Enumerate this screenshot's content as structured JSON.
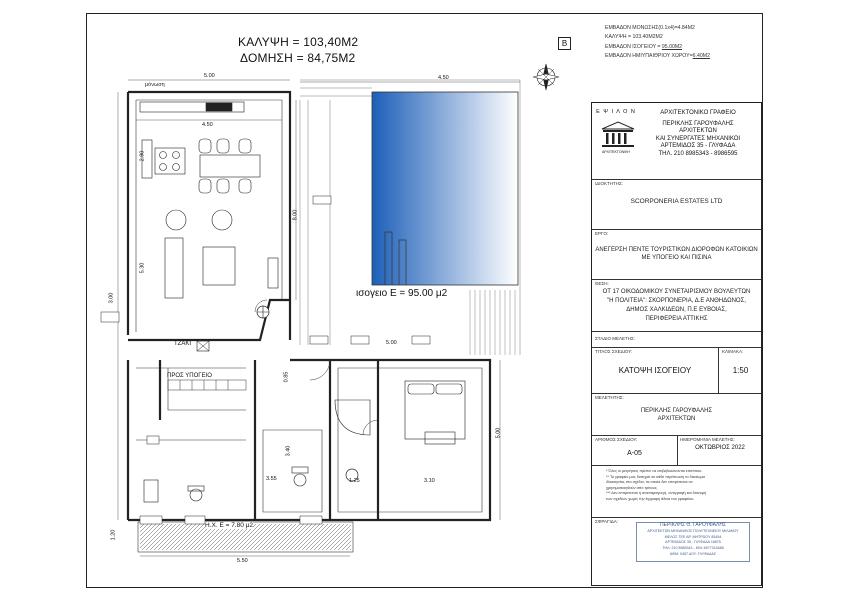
{
  "header": {
    "coverage": "ΚΑΛΥΨΗ = 103,40Μ2",
    "building": "ΔΟΜΗΣΗ = 84,75Μ2"
  },
  "north_mark": "B",
  "stats": {
    "line1": "ΕΜΒΑΔΟΝ ΜΟΝΩΣΗΣ(0.1x4)=4.84Μ2",
    "line2": "ΚΑΛΥΨΗ = 103.40Μ2Μ2",
    "line3_prefix": "ΕΜΒΑΔΟΝ ΙΣΟΓΕΙΟΥ = ",
    "line3_value": "95.00Μ2",
    "line4_prefix": "ΕΜΒΑΔΟΝ ΗΜΙΥΠΑΙΘΡΙΟΥ ΧΩΡΟΥ=",
    "line4_value": "6.40Μ2"
  },
  "plan": {
    "floor_label": "ισογειο   Ε = 95.00 μ2",
    "fireplace": "ΤΖΑΚΙ",
    "stairs": "ΠΡΟΣ ΥΠΟΓΕΙΟ",
    "terrace": "Η.Χ.  Ε = 7.80 μ2",
    "insulation": "μόνωση",
    "dims": {
      "top_500": "5.00",
      "top_450_pool": "4.50",
      "kitchen_450": "4.50",
      "kitchen_290": "2.90",
      "living_530": "5.30",
      "left_300": "3.00",
      "pool_800": "8.00",
      "mid_500": "5.00",
      "bed_500": "5.00",
      "bath_340": "3.40",
      "bath_355": "3.55",
      "bath_125": "1.25",
      "bed_310": "3.10",
      "hall_085": "0.85",
      "bottom_550": "5.50",
      "left_120": "1.20"
    }
  },
  "office": {
    "logo_text": "Ε Ψ Ι Λ Ο Ν",
    "logo_sub": "ΑΡΧΙΤΕΚΤΟΝΙΚΗ",
    "name": "ΑΡΧΙΤΕΚΤΟΝΙΚΟ ΓΡΑΦΕΙΟ",
    "line1": "ΠΕΡΙΚΛΗΣ ΓΑΡΟΥΦΑΛΗΣ",
    "line2": "ΑΡΧΙΤΕΚΤΩΝ",
    "line3": "ΚΑΙ ΣΥΝΕΡΓΑΤΕΣ ΜΗΧΑΝΙΚΟΙ",
    "line4": "ΑΡΤΕΜΙΔΟΣ 35 - ΓΛΥΦΑΔΑ",
    "line5": "ΤΗΛ. 210 8985343 - 8986595"
  },
  "title_block": {
    "owner_label": "ΙΔΙΟΚΤΗΤΗΣ:",
    "owner": "SCORPONERIA ESTATES LTD",
    "project_label": "ΕΡΓΟ:",
    "project1": "ΑΝΕΓΕΡΣΗ ΠΕΝΤΕ ΤΟΥΡΙΣΤΙΚΩΝ ΔΙΟΡΟΦΩΝ ΚΑΤΟΙΚΙΩΝ",
    "project2": "ΜΕ ΥΠΟΓΕΙΟ ΚΑΙ ΠΙΣΙΝΑ",
    "location_label": "ΘΕΣΗ:",
    "location1": "ΟΤ 17 ΟΙΚΟΔΟΜΙΚΟΥ ΣΥΝΕΤΑΙΡΙΣΜΟΥ ΒΟΥΛΕΥΤΩΝ",
    "location2": "\"Η ΠΟΛΙΤΕΙΑ\": ΣΚΟΡΠΟΝΕΡΙΑ, Δ.Ε ΑΝΘΗΔΩΝΟΣ,",
    "location3": "ΔΗΜΟΣ ΧΑΛΚΙΔΕΩΝ, Π.Ε ΕΥΒΟΙΑΣ,",
    "location4": "ΠΕΡΙΦΕΡΕΙΑ ΑΤΤΙΚΗΣ",
    "stage_label": "ΣΤΑΔΙΟ ΜΕΛΕΤΗΣ:",
    "drawing_label": "ΤΙΤΛΟΣ ΣΧΕΔΙΟΥ:",
    "drawing": "ΚΑΤΟΨΗ ΙΣΟΓΕΙΟΥ",
    "scale_label": "ΚΛΙΜΑΚΑ:",
    "scale": "1:50",
    "designer_label": "ΜΕΛΕΤΗΤΗΣ:",
    "designer1": "ΠΕΡΙΚΛΗΣ ΓΑΡΟΥΦΑΛΗΣ",
    "designer2": "ΑΡΧΙΤΕΚΤΩΝ",
    "number_label": "ΑΡΙΘΜΟΣ ΣΧΕΔΙΟΥ:",
    "number": "Α-05",
    "date_label": "ΗΜΕΡΟΜΗΝΙΑ ΜΕΛΕΤΗΣ:",
    "date": "ΟΚΤΩΒΡΙΟΣ 2022",
    "note1": "*  Όλες οι μετρήσεις πρέπει να επιβεβαιώνονται επιτόπου.",
    "note2": "** Το γραφείο μας διατηρεί σε κάθε περίπτωση το δικαίωμα",
    "note3": "    ιδιοκτησίας στο σχέδιο, τα οποία δεν επιτρέπεται να",
    "note4": "    χρησιμοποιηθούν από τρίτους.",
    "note5": "*** Δεν επιτρέπεται η αναπαραγωγή, αντιγραφή και διανομή",
    "note6": "    των σχεδίων χωρίς την έγγραφη άδεια του γραφείου.",
    "signature_label": "ΣΦΡΑΓΙΔΑ:",
    "stamp1": "ΠΕΡΙΚΛΗΣ Θ. ΓΑΡΟΥΦΑΛΗΣ",
    "stamp2": "ΑΡΧΙΤΕΚΤΩΝ ΜΗΧΑΝΙΚΟΣ ΠΟΛΥΤΕΧΝΕΙΟΥ ΜΙΛΑΝΟΥ",
    "stamp3": "ΜΕΛΟΣ ΤΕΕ ΑΡ. ΜΗΤΡΩΟΥ 85454",
    "stamp4": "ΑΡΤΕΜΙΔΟΣ 35 - ΓΛΥΦΑΔΑ 16675",
    "stamp5": "ΤΗΛ: 210 8985343 - ΚΙΝ: 6977315488",
    "stamp6": "ΑΦΜ: 0457 ΔΟΥ: ΓΛΥΦΑΔΑΣ"
  },
  "colors": {
    "pool_top": "#1d5fb8",
    "pool_bottom": "#ffffff",
    "line": "#222222"
  }
}
